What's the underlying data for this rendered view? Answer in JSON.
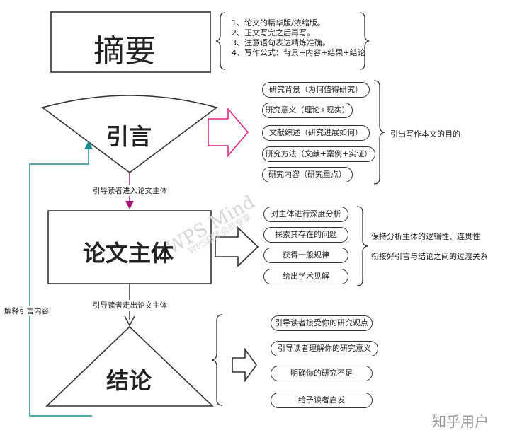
{
  "abstract": {
    "title": "摘要",
    "notes": [
      "1、论文的精华版/浓缩版。",
      "2、正文写完之后再写。",
      "3、注意语句表达精炼准确。",
      "4、写作公式：背景+内容+结果+结论"
    ]
  },
  "intro": {
    "title": "引言",
    "items": [
      "研究背景（为何值得研究）",
      "研究意义（理论+现实）",
      "文献综述（研究进展如何）",
      "研究方法（文献+案例+实证）",
      "研究内容（研究重点）"
    ],
    "summary": "引出写作本文的目的",
    "arrow_color": "#e0248c"
  },
  "connector1": {
    "label": "引导读者进入论文主体",
    "color": "#a8157a"
  },
  "body": {
    "title": "论文主体",
    "items": [
      "对主体进行深度分析",
      "探索其存在的问题",
      "获得一般规律",
      "给出学术见解"
    ],
    "summary": [
      "保持分析主体的逻辑性、连贯性",
      "衔接好引言与结论之间的过渡关系"
    ]
  },
  "connector2": {
    "label": "引导读者走出论文主体"
  },
  "feedback": {
    "label": "解释引言内容",
    "color": "#1a8a8f"
  },
  "conclusion": {
    "title": "结论",
    "items": [
      "引导读者接受你的研究观点",
      "引导读者理解你的研究意义",
      "明确你的研究不足",
      "给予读者启发"
    ]
  },
  "watermark": {
    "main": "WPS Mind",
    "sub": "WPS超级会员专享",
    "credit": "知乎用户"
  }
}
